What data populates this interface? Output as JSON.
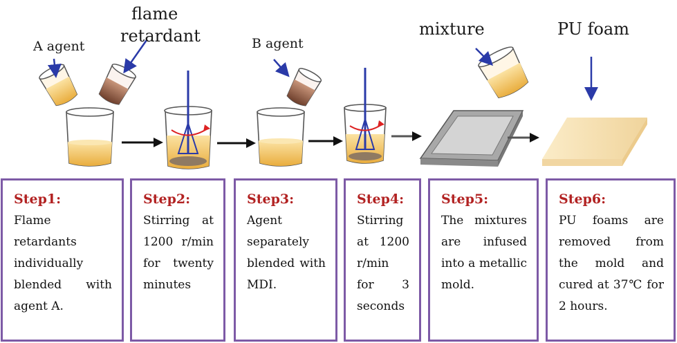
{
  "labels": {
    "a_agent": "A agent",
    "flame_retardant_line1": "flame",
    "flame_retardant_line2": "retardant",
    "b_agent": "B agent",
    "mixture": "mixture",
    "pu_foam": "PU foam"
  },
  "colors": {
    "box_border": "#7d5aa6",
    "step_title": "#b22222",
    "pointer_arrow": "#2a3aa8",
    "liquid": "#f2c66a",
    "flame_retardant_powder": "#8a5a44",
    "foam": "#f6dfb0"
  },
  "steps": [
    {
      "title": "Step1:",
      "text": "Flame retardants individually blended with agent A."
    },
    {
      "title": "Step2:",
      "text": "Stirring at 1200 r/min for twenty minutes"
    },
    {
      "title": "Step3:",
      "text": "Agent separately blended with MDI."
    },
    {
      "title": "Step4:",
      "text": "Stirring at 1200 r/min for 3 seconds"
    },
    {
      "title": "Step5:",
      "text": "The mixtures are infused into a metallic mold."
    },
    {
      "title": "Step6:",
      "text": "PU foams are removed from the mold and cured at 37℃ for 2 hours."
    }
  ]
}
